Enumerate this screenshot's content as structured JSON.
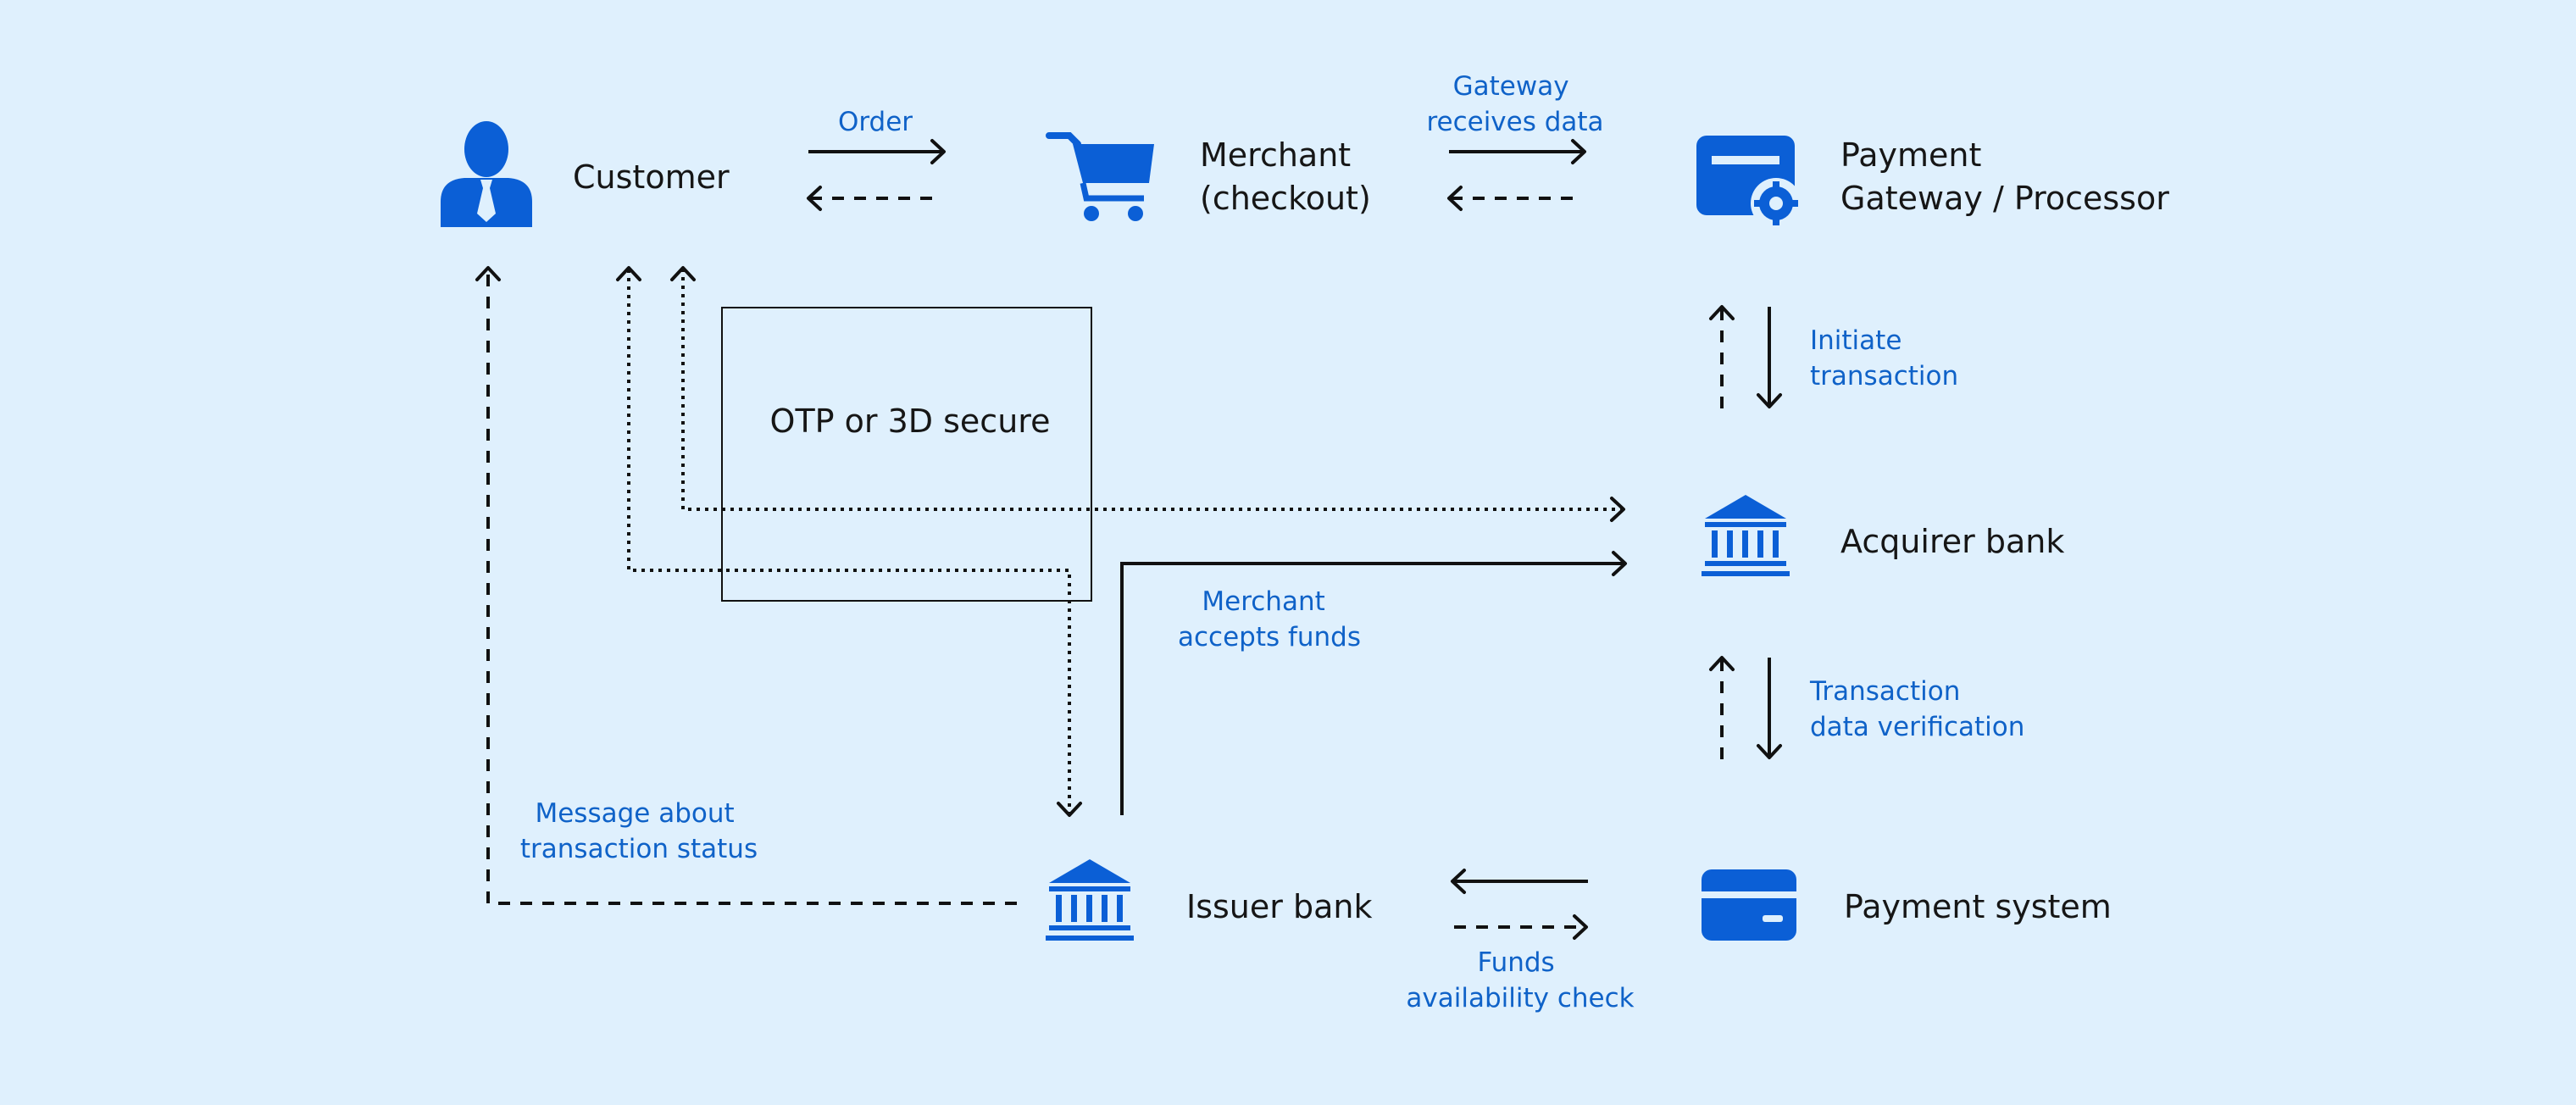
{
  "colors": {
    "background": "#dff0fd",
    "icon": "#0b5fd6",
    "edge_label": "#0f62c8",
    "text": "#161616"
  },
  "nodes": {
    "customer": {
      "label": "Customer",
      "icon": "person-icon"
    },
    "merchant": {
      "line1": "Merchant",
      "line2": "(checkout)",
      "icon": "shopping-cart-icon"
    },
    "gateway": {
      "line1": "Payment",
      "line2": "Gateway / Processor",
      "icon": "payment-gateway-icon"
    },
    "acquirer": {
      "label": "Acquirer bank",
      "icon": "bank-icon"
    },
    "issuer": {
      "label": "Issuer bank",
      "icon": "bank-icon"
    },
    "payment_system": {
      "label": "Payment system",
      "icon": "credit-card-icon"
    },
    "otp_box": {
      "label": "OTP or 3D secure"
    }
  },
  "edges": {
    "order": {
      "label": "Order"
    },
    "gateway_receives": {
      "line1": "Gateway",
      "line2": "receives data"
    },
    "initiate": {
      "line1": "Initiate",
      "line2": "transaction"
    },
    "verification": {
      "line1": "Transaction",
      "line2": "data verification"
    },
    "funds_check": {
      "line1": "Funds",
      "line2": "availability check"
    },
    "merchant_accepts": {
      "line1": "Merchant",
      "line2": "accepts funds"
    },
    "status_message": {
      "line1": "Message about",
      "line2": "transaction status"
    }
  }
}
